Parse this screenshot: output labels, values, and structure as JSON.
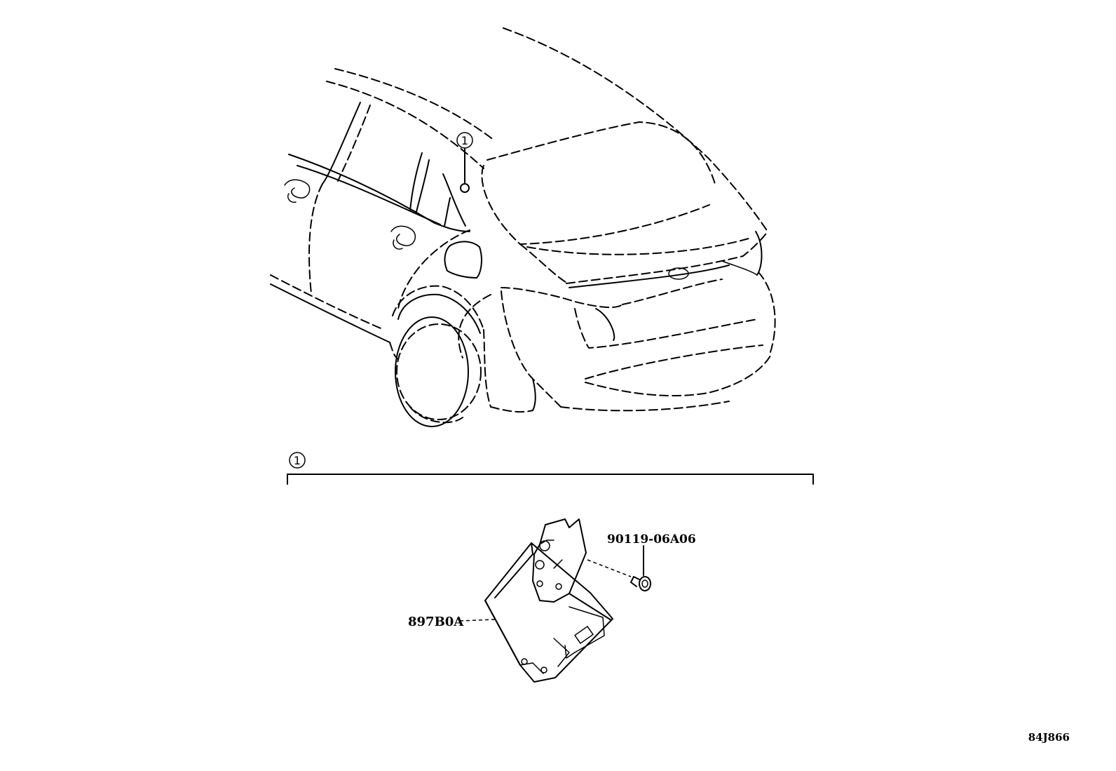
{
  "callouts": {
    "car_ref": "1",
    "section_ref": "1"
  },
  "parts": {
    "bolt": "90119-06A06",
    "module": "897B0A"
  },
  "diagram_id": "84J866"
}
